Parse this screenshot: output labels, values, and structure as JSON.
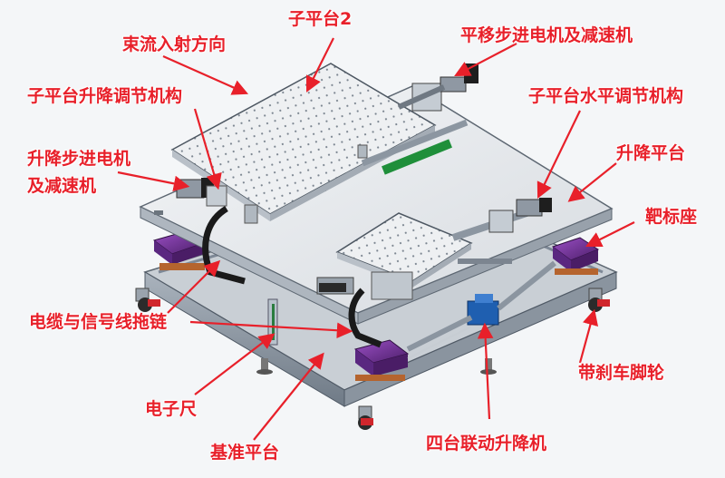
{
  "labels": {
    "sub_platform_2": "子平台2",
    "beam_direction": "束流入射方向",
    "translation_motor": "平移步进电机及减速机",
    "sub_platform_lift": "子平台升降调节机构",
    "sub_platform_horizontal": "子平台水平调节机构",
    "lift_motor": "升降步进电机及减速机",
    "lift_platform": "升降平台",
    "target_seat": "靶标座",
    "cable_chain": "电缆与信号线拖链",
    "braked_caster": "带刹车脚轮",
    "electronic_ruler": "电子尺",
    "four_jack_lift": "四台联动升降机",
    "base_platform": "基准平台"
  },
  "colors": {
    "label": "#e8202a",
    "arrow": "#e8202a",
    "frame": "#7d8896",
    "plate_top": "#e6e9ec",
    "jack": "#6a2d8f",
    "blue_jack": "#1f5fb0",
    "chain": "#1a1a1a"
  }
}
